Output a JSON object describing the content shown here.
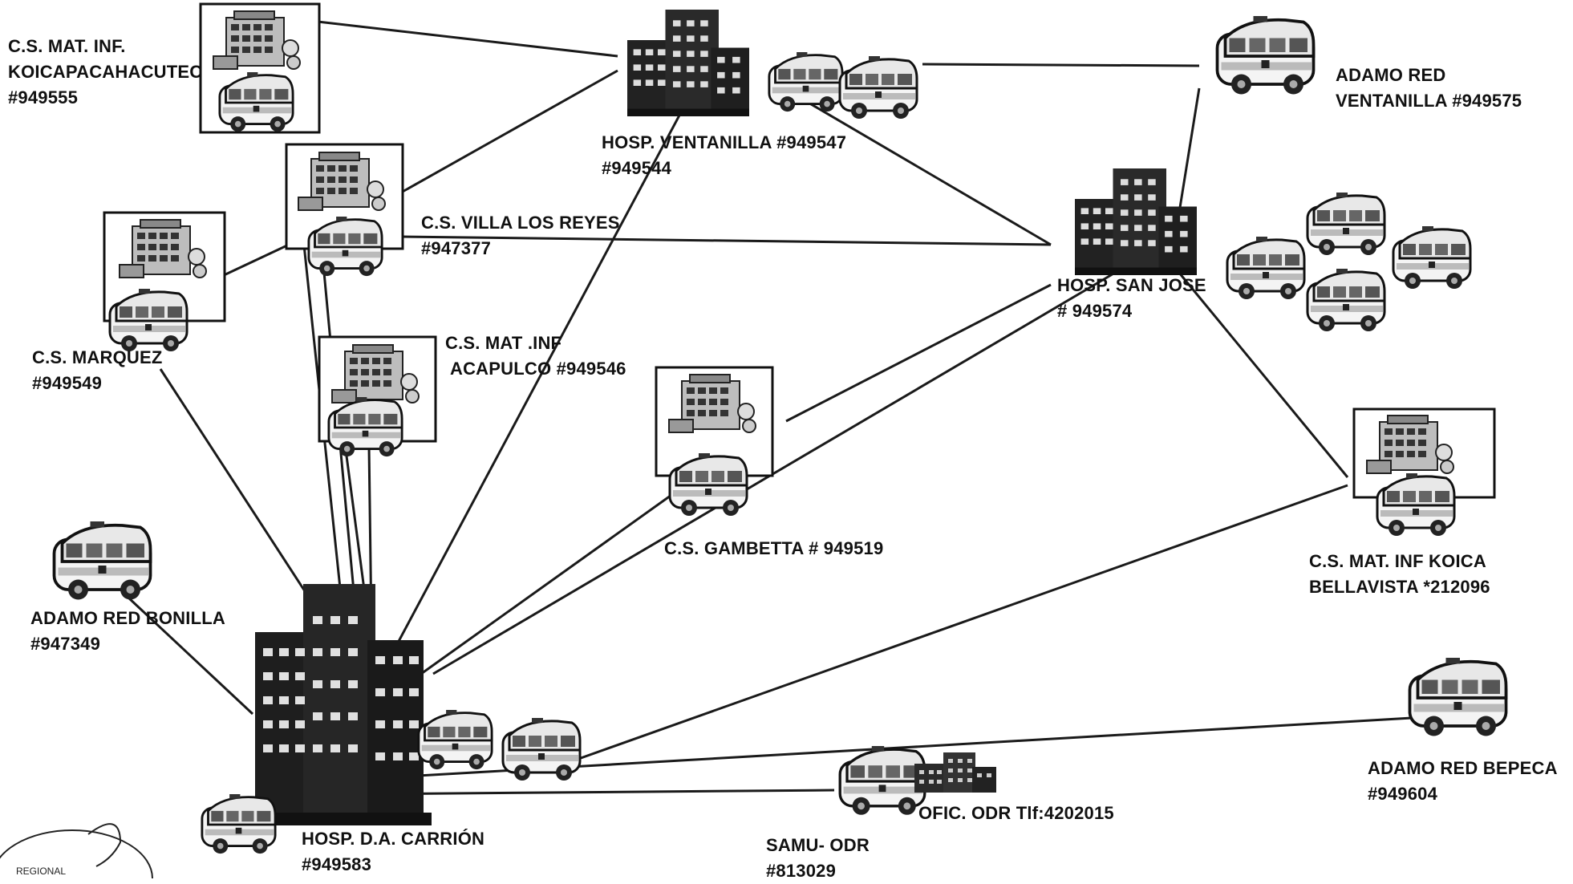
{
  "diagram": {
    "nodes": [
      {
        "id": "cs-koicapacahacutec",
        "lines": [
          "C.S. MAT. INF.",
          "KOICAPACAHACUTEC",
          "#949555"
        ]
      },
      {
        "id": "hosp-ventanilla",
        "lines": [
          "HOSP. VENTANILLA #949547",
          "#949544"
        ]
      },
      {
        "id": "adamo-red-ventanilla",
        "lines": [
          "ADAMO  RED",
          "VENTANILLA #949575"
        ]
      },
      {
        "id": "cs-villa-los-reyes",
        "lines": [
          "C.S. VILLA LOS REYES",
          "#947377"
        ]
      },
      {
        "id": "cs-marquez",
        "lines": [
          "C.S. MARQUEZ",
          "#949549"
        ]
      },
      {
        "id": "hosp-san-jose",
        "lines": [
          "HOSP. SAN JOSE",
          "# 949574"
        ]
      },
      {
        "id": "cs-acapulco",
        "lines": [
          "C.S. MAT .INF",
          "ACAPULCO #949546"
        ]
      },
      {
        "id": "cs-gambetta",
        "lines": [
          "C.S.  GAMBETTA # 949519"
        ]
      },
      {
        "id": "cs-koica-bellavista",
        "lines": [
          "C.S. MAT. INF KOICA",
          "BELLAVISTA *212096"
        ]
      },
      {
        "id": "adamo-red-bonilla",
        "lines": [
          "ADAMO RED BONILLA",
          "#947349"
        ]
      },
      {
        "id": "hosp-carrion",
        "lines": [
          "HOSP. D.A. CARRIÓN",
          "#949583"
        ]
      },
      {
        "id": "samu-odr",
        "lines": [
          "SAMU- ODR",
          "#813029"
        ]
      },
      {
        "id": "ofic-odr",
        "lines": [
          "OFIC. ODR  Tlf:4202015"
        ]
      },
      {
        "id": "adamo-red-bepeca",
        "lines": [
          "ADAMO  RED BEPECA",
          "#949604"
        ]
      }
    ],
    "seal_text": "REGIONAL"
  }
}
